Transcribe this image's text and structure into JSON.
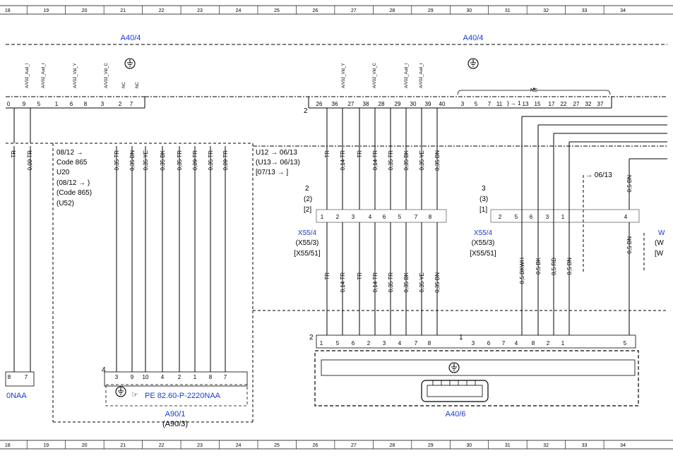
{
  "ruler": {
    "columns": [
      "18",
      "19",
      "20",
      "21",
      "22",
      "23",
      "24",
      "25",
      "26",
      "27",
      "28",
      "29",
      "30",
      "31",
      "32",
      "33",
      "34"
    ]
  },
  "modules": {
    "left_module": "A40/4",
    "right_module": "A40/4",
    "bottom_left_module": "A90/1",
    "bottom_left_module_alt": "(A90/3)",
    "bottom_right_module": "A40/6",
    "pe_reference": "PE 82.60-P-2220NAA",
    "pe_reference_cut": "0NAA"
  },
  "signals": {
    "top_left": [
      "A/V02_Aud_l",
      "A/V02_Aud_r",
      "A/V02_Vid_Y",
      "A/V02_Vid_C",
      "NC",
      "NC"
    ],
    "top_mid": [
      "A/V02_Vid_Y",
      "A/V02_Vid_C",
      "A/V02_Aud_l",
      "A/V02_Aud_r"
    ],
    "nc_label": "NC"
  },
  "pins": {
    "top_left": [
      "0",
      "9",
      "5",
      "1",
      "6",
      "8",
      "3",
      "2",
      "7"
    ],
    "top_mid": [
      "26",
      "36",
      "27",
      "38",
      "28",
      "29",
      "30",
      "39",
      "40"
    ],
    "top_right": [
      "3",
      "5",
      "7",
      "11",
      "13",
      "15",
      "17",
      "22",
      "27",
      "32",
      "37"
    ],
    "x55_left": [
      "1",
      "2",
      "3",
      "4",
      "6",
      "5",
      "7",
      "8"
    ],
    "x55_right": [
      "2",
      "5",
      "6",
      "3",
      "1",
      "4"
    ],
    "bottom_left": [
      "8",
      "7"
    ],
    "a90": [
      "3",
      "9",
      "10",
      "4",
      "2",
      "1",
      "8",
      "7"
    ],
    "a406_left": [
      "1",
      "5",
      "6",
      "2",
      "3",
      "4",
      "7",
      "8"
    ],
    "a406_right": [
      "3",
      "6",
      "7",
      "4",
      "8",
      "2",
      "1",
      "5"
    ]
  },
  "connector_counts": {
    "top_mid": "2",
    "x55_left_a": "2",
    "x55_left_b": "(2)",
    "x55_left_c": "[2]",
    "x55_right_a": "3",
    "x55_right_b": "(3)",
    "x55_right_c": "[1]",
    "a90": "4",
    "a406_left": "2",
    "a406_right": "1"
  },
  "connectors": {
    "x55_left": [
      "X55/4",
      "(X55/3)",
      "[X55/51]"
    ],
    "x55_right": [
      "X55/4",
      "(X55/3)",
      "[X55/51]"
    ],
    "w_cut": [
      "W",
      "(W",
      "[W"
    ]
  },
  "wires": {
    "left_column": [
      "TR",
      "0,09 TR"
    ],
    "a90_column": [
      "0,35 TR",
      "0,35 BN",
      "0,35 YE",
      "0,35 BK",
      "0,35 TR",
      "0,09 TR",
      "0,35 TR",
      "0,09 TR"
    ],
    "mid_upper": [
      "TR",
      "0,14 TR",
      "TR",
      "0,14 TR",
      "0,35 TR",
      "0,35 BK",
      "0,35 YE",
      "0,35 BN"
    ],
    "mid_lower": [
      "TR",
      "0,14 TR",
      "TR",
      "0,14 TR",
      "0,35 TR",
      "0,35 BK",
      "0,35 YE",
      "0,35 BN"
    ],
    "right_lower": [
      "0,5 BKWH",
      "0,5 BK",
      "0,5 RD",
      "0,5 BN"
    ],
    "right_bn_upper": "0,5 BN",
    "right_bn_lower": "0,5 BN"
  },
  "notes": {
    "left": [
      "08/12 →",
      "Code 865",
      "U20",
      "(08/12 → )",
      "(Code 865)",
      "(U52)"
    ],
    "mid": [
      "U12 → 06/13",
      "(U13→ 06/13)",
      "[07/13 → ]"
    ],
    "right": "→ 06/13",
    "bracket": "} → 1"
  }
}
